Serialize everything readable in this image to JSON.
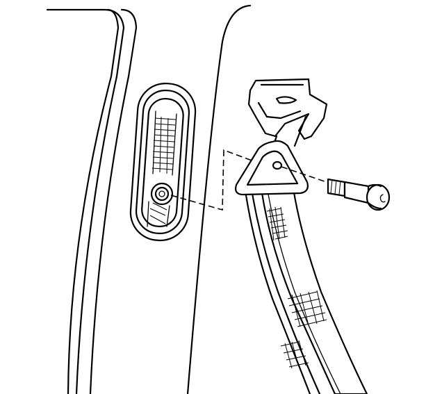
{
  "illustration": {
    "subject": "seat-belt-anchor-installation",
    "colors": {
      "line": "#000000",
      "background": "#ffffff"
    },
    "parts": [
      {
        "name": "pillar-trim-panel",
        "icon": "panel-outline"
      },
      {
        "name": "height-adjuster-track",
        "icon": "slotted-track"
      },
      {
        "name": "adjuster-anchor-nut",
        "icon": "nut-ring"
      },
      {
        "name": "belt-guide-bracket",
        "icon": "bracket"
      },
      {
        "name": "shoulder-belt-anchor-plate",
        "icon": "triangle-plate"
      },
      {
        "name": "anchor-bolt",
        "icon": "shoulder-bolt"
      },
      {
        "name": "seat-belt-webbing",
        "icon": "webbing-strap"
      }
    ],
    "callouts": [
      {
        "name": "bolt-alignment",
        "style": "dashed"
      },
      {
        "name": "plate-alignment",
        "style": "dashed"
      }
    ]
  }
}
